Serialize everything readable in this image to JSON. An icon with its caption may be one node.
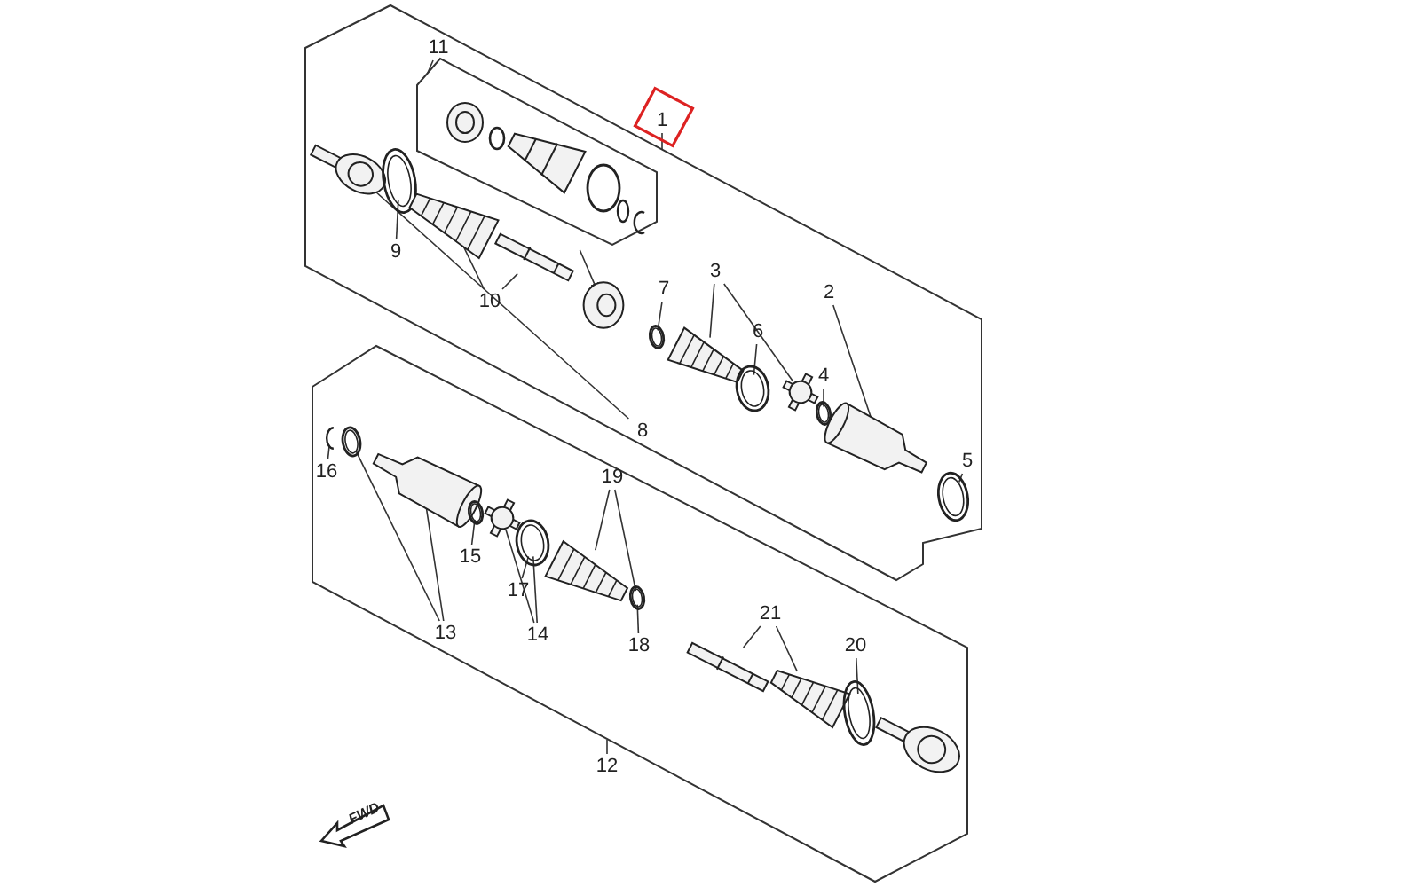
{
  "diagram": {
    "nodes": [
      {
        "text": [],
        "shape": "box"
      },
      {
        "text": [],
        "shape": "box",
        "in": 0
      },
      {
        "text": [],
        "shape": "box"
      },
      {
        "text": [
          "1"
        ]
      },
      {
        "text": [
          "2"
        ],
        "in": 0
      },
      {
        "text": [
          "3"
        ],
        "in": 0
      },
      {
        "text": [
          "4"
        ],
        "in": 0
      },
      {
        "text": [
          "5"
        ],
        "in": 0
      },
      {
        "text": [
          "6"
        ],
        "in": 0
      },
      {
        "text": [
          "7"
        ],
        "in": 0
      },
      {
        "text": [
          "8"
        ],
        "in": 0
      },
      {
        "text": [
          "9"
        ],
        "in": 0
      },
      {
        "text": [
          "10"
        ],
        "in": 0
      },
      {
        "text": [
          "11"
        ],
        "in": 0
      },
      {
        "text": [
          "12"
        ]
      },
      {
        "text": [
          "13"
        ],
        "in": 2
      },
      {
        "text": [
          "14"
        ],
        "in": 2
      },
      {
        "text": [
          "15"
        ],
        "in": 2
      },
      {
        "text": [
          "16"
        ],
        "in": 2
      },
      {
        "text": [
          "17"
        ],
        "in": 2
      },
      {
        "text": [
          "18"
        ],
        "in": 2
      },
      {
        "text": [
          "19"
        ],
        "in": 2
      },
      {
        "text": [
          "20"
        ],
        "in": 2
      },
      {
        "text": [
          "21"
        ],
        "in": 2
      },
      {
        "text": [],
        "shape": "picture",
        "in": 0
      },
      {
        "text": [],
        "shape": "picture",
        "in": 0
      },
      {
        "text": [],
        "shape": "picture",
        "in": 0
      },
      {
        "text": [],
        "shape": "picture",
        "in": 0
      },
      {
        "text": [],
        "shape": "picture",
        "in": 0
      },
      {
        "text": [],
        "shape": "picture",
        "in": 0
      },
      {
        "text": [],
        "shape": "picture",
        "in": 0
      },
      {
        "text": [],
        "shape": "picture",
        "in": 0
      },
      {
        "text": [],
        "shape": "picture",
        "in": 0
      },
      {
        "text": [],
        "shape": "picture",
        "in": 0
      },
      {
        "text": [],
        "shape": "picture",
        "in": 0
      },
      {
        "text": [],
        "shape": "picture",
        "in": 2
      },
      {
        "text": [],
        "shape": "picture",
        "in": 2
      },
      {
        "text": [],
        "shape": "picture",
        "in": 2
      },
      {
        "text": [],
        "shape": "picture",
        "in": 2
      },
      {
        "text": [],
        "shape": "picture",
        "in": 2
      },
      {
        "text": [],
        "shape": "picture",
        "in": 2
      },
      {
        "text": [],
        "shape": "picture",
        "in": 2
      },
      {
        "text": [],
        "shape": "picture",
        "in": 2
      },
      {
        "text": [],
        "shape": "picture",
        "in": 2
      },
      {
        "text": [],
        "shape": "picture",
        "in": 2
      },
      {
        "text": [],
        "shape": "picture",
        "in": 2
      },
      {
        "text": [],
        "shape": "picture",
        "in": 2
      },
      {
        "text": [],
        "shape": "picture",
        "in": 0
      }
    ],
    "edges": [
      {
        "from": 3,
        "to": 0,
        "arrow": "none"
      },
      {
        "from": 4,
        "to": 33,
        "arrow": "none"
      },
      {
        "from": 5,
        "to": 29,
        "arrow": "none"
      },
      {
        "from": 5,
        "to": 31,
        "arrow": "none"
      },
      {
        "from": 6,
        "to": 32,
        "arrow": "none"
      },
      {
        "from": 7,
        "to": 34,
        "arrow": "none"
      },
      {
        "from": 8,
        "to": 30,
        "arrow": "none"
      },
      {
        "from": 9,
        "to": 28,
        "arrow": "none"
      },
      {
        "from": 10,
        "to": 24,
        "arrow": "none"
      },
      {
        "from": 11,
        "to": 25,
        "arrow": "none"
      },
      {
        "from": 12,
        "to": 26,
        "arrow": "none"
      },
      {
        "from": 12,
        "to": 27,
        "arrow": "none"
      },
      {
        "from": 13,
        "to": 1,
        "arrow": "none"
      },
      {
        "from": 14,
        "to": 2,
        "arrow": "none"
      },
      {
        "from": 15,
        "to": 36,
        "arrow": "none"
      },
      {
        "from": 15,
        "to": 37,
        "arrow": "none"
      },
      {
        "from": 16,
        "to": 39,
        "arrow": "none"
      },
      {
        "from": 16,
        "to": 40,
        "arrow": "none"
      },
      {
        "from": 17,
        "to": 38,
        "arrow": "none"
      },
      {
        "from": 18,
        "to": 35,
        "arrow": "none"
      },
      {
        "from": 19,
        "to": 40,
        "arrow": "none"
      },
      {
        "from": 20,
        "to": 42,
        "arrow": "none"
      },
      {
        "from": 21,
        "to": 41,
        "arrow": "none"
      },
      {
        "from": 21,
        "to": 42,
        "arrow": "none"
      },
      {
        "from": 22,
        "to": 45,
        "arrow": "none"
      },
      {
        "from": 23,
        "to": 43,
        "arrow": "none"
      },
      {
        "from": 23,
        "to": 44,
        "arrow": "none"
      },
      {
        "from": 1,
        "to": 47,
        "arrow": "to"
      }
    ],
    "labels": [
      "FWD"
    ]
  }
}
